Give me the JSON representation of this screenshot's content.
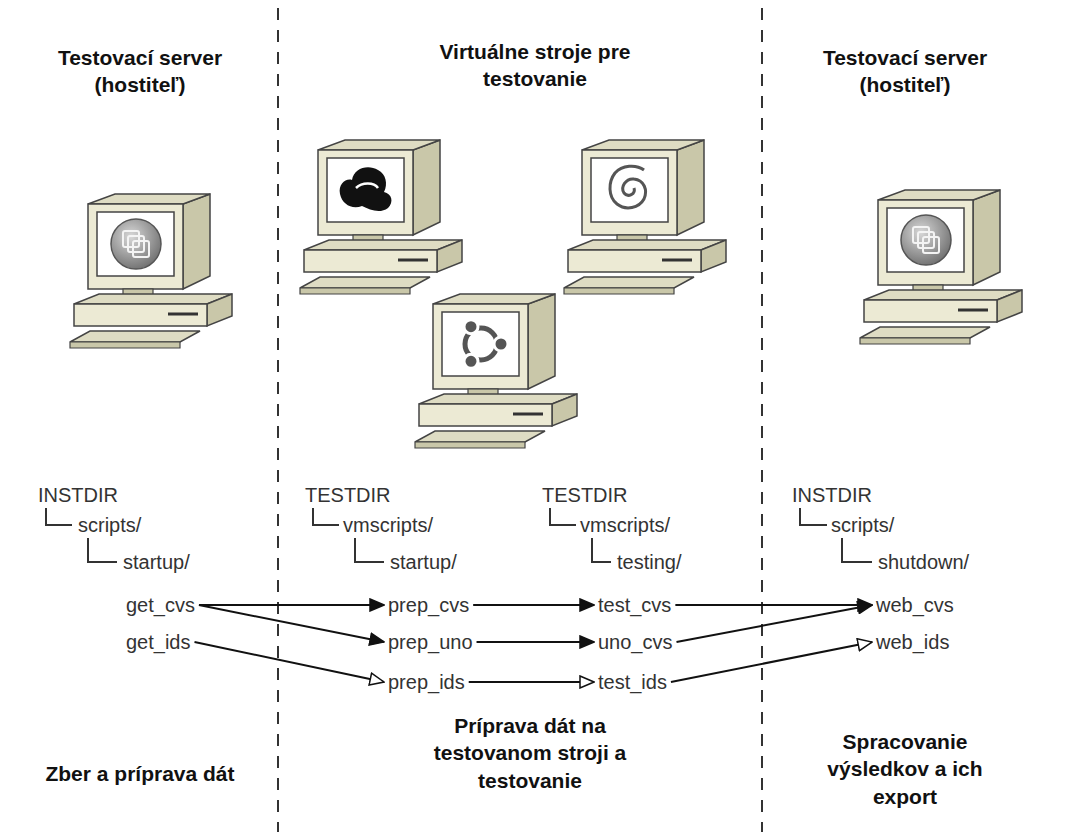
{
  "diagram": {
    "nodes": [
      {
        "text": [
          "get_cvs"
        ]
      },
      {
        "text": [
          "get_ids"
        ]
      },
      {
        "text": [
          "prep_cvs"
        ]
      },
      {
        "text": [
          "prep_uno"
        ]
      },
      {
        "text": [
          "prep_ids"
        ]
      },
      {
        "text": [
          "test_cvs"
        ]
      },
      {
        "text": [
          "uno_cvs"
        ]
      },
      {
        "text": [
          "test_ids"
        ]
      },
      {
        "text": [
          "web_cvs"
        ]
      },
      {
        "text": [
          "web_ids"
        ]
      }
    ],
    "edges": [
      {
        "from": 0,
        "to": 2,
        "arrow": "to"
      },
      {
        "from": 0,
        "to": 3,
        "arrow": "to"
      },
      {
        "from": 1,
        "to": 4,
        "arrow": "to"
      },
      {
        "from": 2,
        "to": 5,
        "arrow": "to"
      },
      {
        "from": 3,
        "to": 6,
        "arrow": "to"
      },
      {
        "from": 4,
        "to": 7,
        "arrow": "to"
      },
      {
        "from": 5,
        "to": 8,
        "arrow": "to"
      },
      {
        "from": 6,
        "to": 8,
        "arrow": "to"
      },
      {
        "from": 7,
        "to": 9,
        "arrow": "to"
      }
    ],
    "labels": [
      "Testovací server (hostiteľ)",
      "Virtuálne stroje pre testovanie",
      "Testovací server (hostiteľ)",
      "INSTDIR",
      "scripts/",
      "startup/",
      "TESTDIR",
      "vmscripts/",
      "startup/",
      "TESTDIR",
      "vmscripts/",
      "testing/",
      "INSTDIR",
      "scripts/",
      "shutdown/",
      "Zber a príprava dát",
      "Príprava dát na testovanom stroji a testovanie",
      "Spracovanie výsledkov a ich export"
    ]
  }
}
